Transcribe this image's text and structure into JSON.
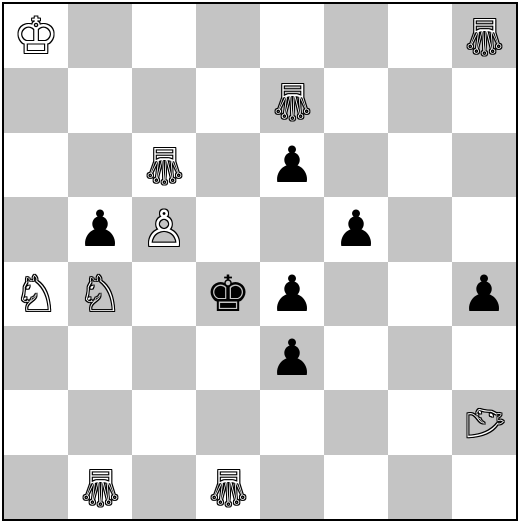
{
  "board": {
    "light_color": "#ffffff",
    "dark_color": "#c4c4c4",
    "pieces": [
      {
        "id": "a8",
        "row": 0,
        "col": 0,
        "glyph": "♔",
        "color": "w",
        "orient": "",
        "name": "white-king-a8"
      },
      {
        "id": "h8",
        "row": 0,
        "col": 7,
        "glyph": "♕",
        "color": "w",
        "orient": "flip",
        "name": "white-queen-inverted-h8"
      },
      {
        "id": "e7",
        "row": 1,
        "col": 4,
        "glyph": "♕",
        "color": "w",
        "orient": "flip",
        "name": "white-queen-inverted-e7"
      },
      {
        "id": "c6",
        "row": 2,
        "col": 2,
        "glyph": "♕",
        "color": "w",
        "orient": "flip",
        "name": "white-queen-inverted-c6"
      },
      {
        "id": "e6",
        "row": 2,
        "col": 4,
        "glyph": "♟",
        "color": "b",
        "orient": "",
        "name": "black-pawn-e6"
      },
      {
        "id": "b5",
        "row": 3,
        "col": 1,
        "glyph": "♟",
        "color": "b",
        "orient": "",
        "name": "black-pawn-b5"
      },
      {
        "id": "c5",
        "row": 3,
        "col": 2,
        "glyph": "♙",
        "color": "w",
        "orient": "",
        "name": "white-pawn-c5"
      },
      {
        "id": "f5",
        "row": 3,
        "col": 5,
        "glyph": "♟",
        "color": "b",
        "orient": "",
        "name": "black-pawn-f5"
      },
      {
        "id": "a4",
        "row": 4,
        "col": 0,
        "glyph": "♘",
        "color": "w",
        "orient": "",
        "name": "white-knight-a4"
      },
      {
        "id": "b4",
        "row": 4,
        "col": 1,
        "glyph": "♘",
        "color": "w",
        "orient": "",
        "name": "white-knight-b4"
      },
      {
        "id": "d4",
        "row": 4,
        "col": 3,
        "glyph": "♚",
        "color": "b",
        "orient": "",
        "name": "black-king-d4"
      },
      {
        "id": "e4",
        "row": 4,
        "col": 4,
        "glyph": "♟",
        "color": "b",
        "orient": "",
        "name": "black-pawn-e4"
      },
      {
        "id": "h4",
        "row": 4,
        "col": 7,
        "glyph": "♟",
        "color": "b",
        "orient": "",
        "name": "black-pawn-h4"
      },
      {
        "id": "e3",
        "row": 5,
        "col": 4,
        "glyph": "♟",
        "color": "b",
        "orient": "",
        "name": "black-pawn-e3"
      },
      {
        "id": "h2",
        "row": 6,
        "col": 7,
        "glyph": "♘",
        "color": "w",
        "orient": "rotr",
        "name": "white-knight-rotated-h2"
      },
      {
        "id": "b1",
        "row": 7,
        "col": 1,
        "glyph": "♕",
        "color": "w",
        "orient": "flip",
        "name": "white-queen-inverted-b1"
      },
      {
        "id": "d1",
        "row": 7,
        "col": 3,
        "glyph": "♕",
        "color": "w",
        "orient": "flip",
        "name": "white-queen-inverted-d1"
      }
    ]
  }
}
